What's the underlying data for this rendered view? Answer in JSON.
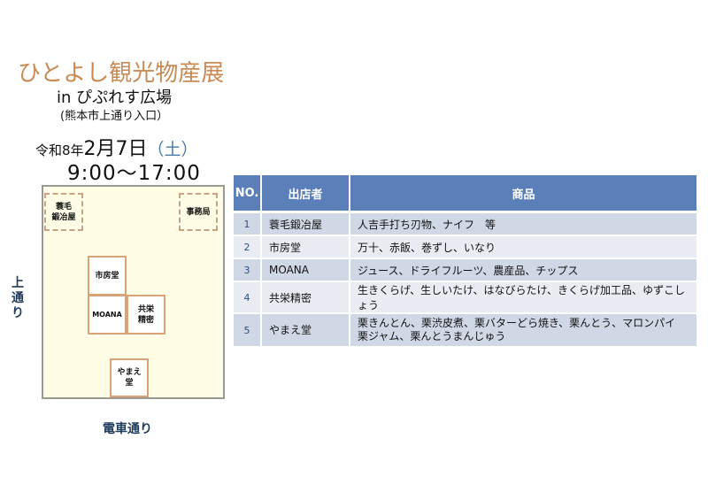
{
  "header": {
    "title": "ひとよし観光物産展",
    "subtitle": "in ぴぷれす広場",
    "location": "(熊本市上通り入口）",
    "date_era": "令和8年",
    "date_main": "2月7日",
    "date_dow": "（土）",
    "time": "9:00〜17:00"
  },
  "map": {
    "road_left": "上通り",
    "road_bottom": "電車通り",
    "booths": [
      {
        "label": "蓑毛\n鍛冶屋",
        "style": "dashed"
      },
      {
        "label": "事務局",
        "style": "dashed"
      },
      {
        "label": "市房堂",
        "style": "solid"
      },
      {
        "label": "MOANA",
        "style": "solid"
      },
      {
        "label": "共栄\n精密",
        "style": "solid"
      },
      {
        "label": "やまえ\n堂",
        "style": "solid"
      }
    ]
  },
  "table": {
    "columns": [
      "NO.",
      "出店者",
      "商品"
    ],
    "rows": [
      {
        "no": "1",
        "shop": "蓑毛鍛冶屋",
        "goods": "人吉手打ち刃物、ナイフ　等"
      },
      {
        "no": "2",
        "shop": "市房堂",
        "goods": "万十、赤飯、巻ずし、いなり"
      },
      {
        "no": "3",
        "shop": "MOANA",
        "goods": "ジュース、ドライフルーツ、農産品、チップス"
      },
      {
        "no": "4",
        "shop": "共栄精密",
        "goods": "生きくらげ、生しいたけ、はなびらたけ、きくらげ加工品、ゆずこしょう"
      },
      {
        "no": "5",
        "shop": "やまえ堂",
        "goods_line1": "栗きんとん、栗渋皮煮、栗バターどら焼き、栗んとう、マロンパイ",
        "goods_line2": "栗ジャム、栗んとうまんじゅう"
      }
    ]
  },
  "colors": {
    "title": "#c98a53",
    "table_header": "#5b80b9",
    "row_odd": "#d0d7e5",
    "row_even": "#e9ecf3",
    "map_bg": "#fffde6",
    "booth_border": "#d9a376",
    "dow": "#4a7ca8"
  }
}
